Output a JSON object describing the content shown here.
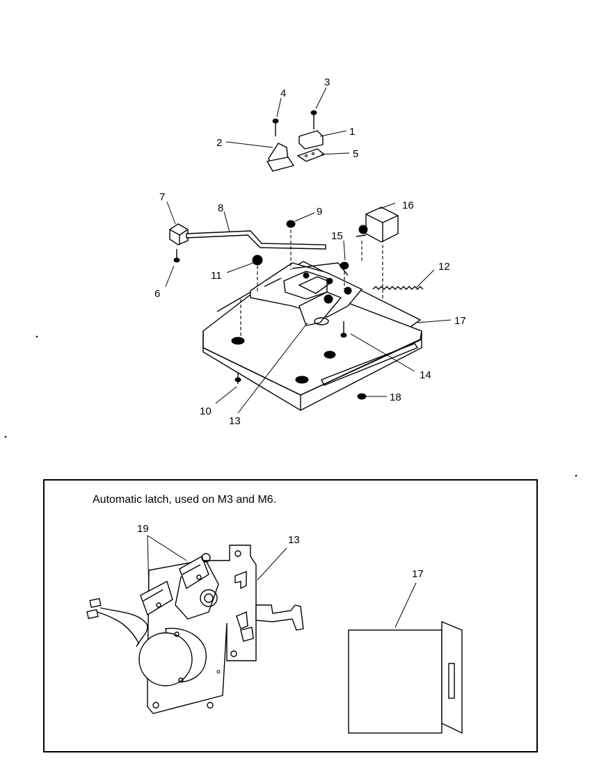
{
  "caption": "Automatic latch, used on M3 and M6.",
  "callouts": {
    "c1": "1",
    "c2": "2",
    "c3": "3",
    "c4": "4",
    "c5": "5",
    "c6": "6",
    "c7": "7",
    "c8": "8",
    "c9": "9",
    "c10": "10",
    "c11": "11",
    "c12": "12",
    "c13": "13",
    "c14": "14",
    "c15": "15",
    "c16": "16",
    "c17": "17",
    "c18": "18",
    "inset13": "13",
    "inset17": "17",
    "inset19": "19"
  }
}
